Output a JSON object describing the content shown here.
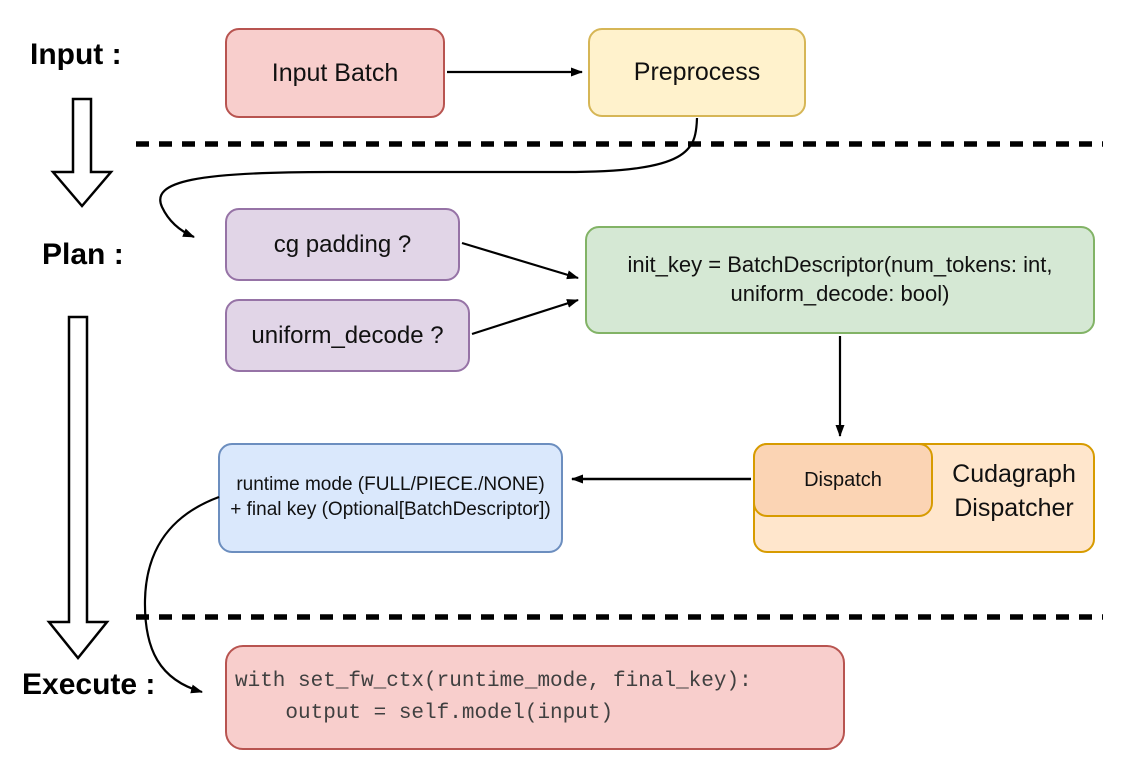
{
  "stages": {
    "input_label": "Input :",
    "plan_label": "Plan :",
    "execute_label": "Execute :"
  },
  "nodes": {
    "input_batch": {
      "label": "Input Batch"
    },
    "preprocess": {
      "label": "Preprocess"
    },
    "cg_padding": {
      "label": "cg padding ?"
    },
    "uniform_decode": {
      "label": "uniform_decode ?"
    },
    "init_key": {
      "line1": "init_key = BatchDescriptor(num_tokens: int,",
      "line2": "uniform_decode: bool)"
    },
    "dispatch": {
      "label": "Dispatch"
    },
    "cudagraph_dispatcher": {
      "line1": "Cudagraph",
      "line2": "Dispatcher"
    },
    "runtime_mode": {
      "line1": "runtime mode (FULL/PIECE./NONE)",
      "line2": "+ final key (Optional[BatchDescriptor])"
    },
    "execute_code": {
      "line1": "with set_fw_ctx(runtime_mode, final_key):",
      "line2": "    output = self.model(input)"
    }
  },
  "palette": {
    "red_fill": "#f8cecc",
    "red_stroke": "#b85450",
    "yellow_fill": "#fff2cc",
    "yellow_stroke": "#d6b656",
    "purple_fill": "#e1d5e7",
    "purple_stroke": "#9673a6",
    "green_fill": "#d5e8d4",
    "green_stroke": "#82b366",
    "blue_fill": "#dae8fc",
    "blue_stroke": "#6c8ebf",
    "orange_outer_fill": "#ffe6cc",
    "orange_inner_fill": "#fbd4b4",
    "orange_stroke": "#d79b00",
    "connector": "#000000",
    "code_text": "#404040"
  }
}
